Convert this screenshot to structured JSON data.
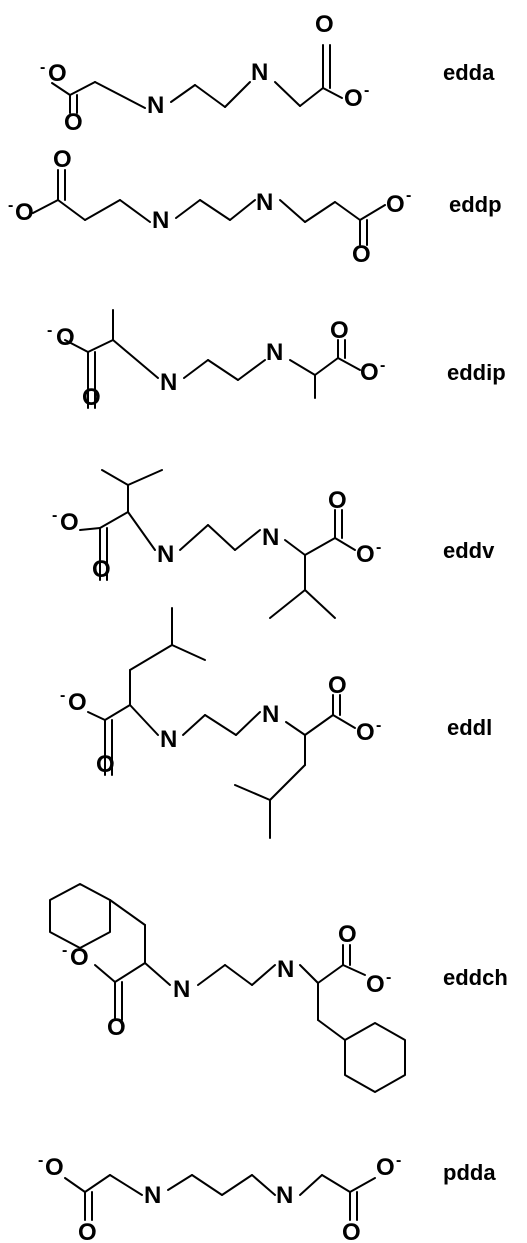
{
  "atoms": {
    "oxygen": "O",
    "nitrogen": "N",
    "charge": "-"
  },
  "compounds": [
    {
      "id": "edda",
      "label": "edda"
    },
    {
      "id": "eddp",
      "label": "eddp"
    },
    {
      "id": "eddip",
      "label": "eddip"
    },
    {
      "id": "eddv",
      "label": "eddv"
    },
    {
      "id": "eddl",
      "label": "eddl"
    },
    {
      "id": "eddch",
      "label": "eddch"
    },
    {
      "id": "pdda",
      "label": "pdda"
    }
  ]
}
